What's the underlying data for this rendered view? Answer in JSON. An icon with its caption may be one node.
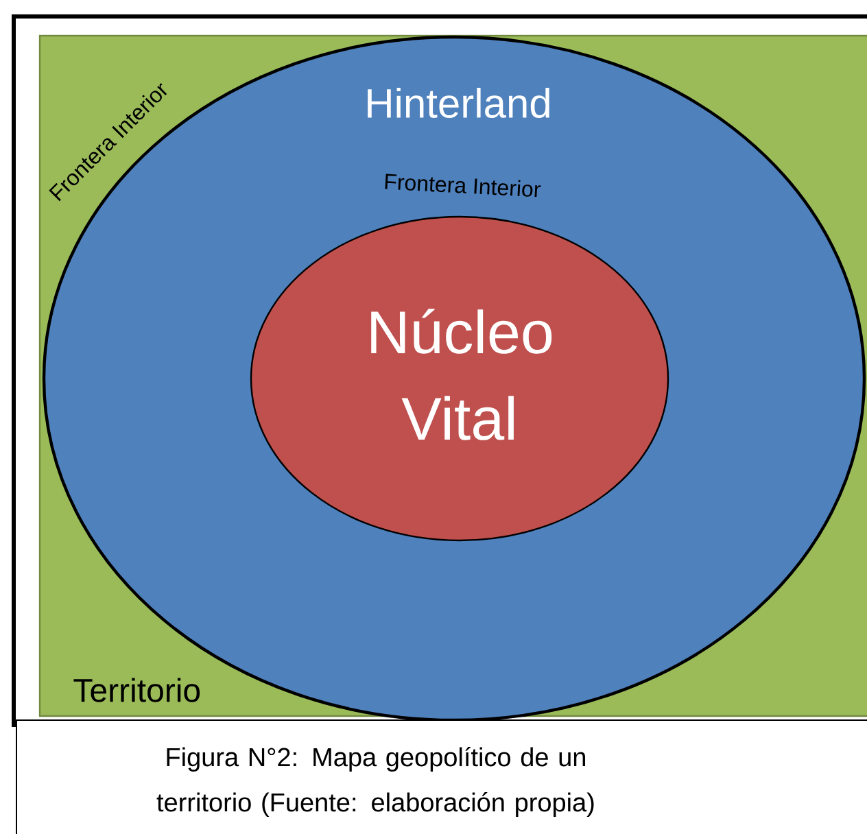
{
  "diagram": {
    "caption": "Figura N°2: Mapa geopolítico de un territorio (Fuente: elaboración propia)",
    "nodes": [
      {
        "text": [
          "Territorio"
        ]
      },
      {
        "text": [
          "Hinterland"
        ],
        "in": 0,
        "beside": [
          "Frontera Interior"
        ]
      },
      {
        "text": [
          "Núcleo Vital"
        ],
        "in": 1,
        "beside": [
          "Frontera Interior"
        ]
      }
    ]
  }
}
